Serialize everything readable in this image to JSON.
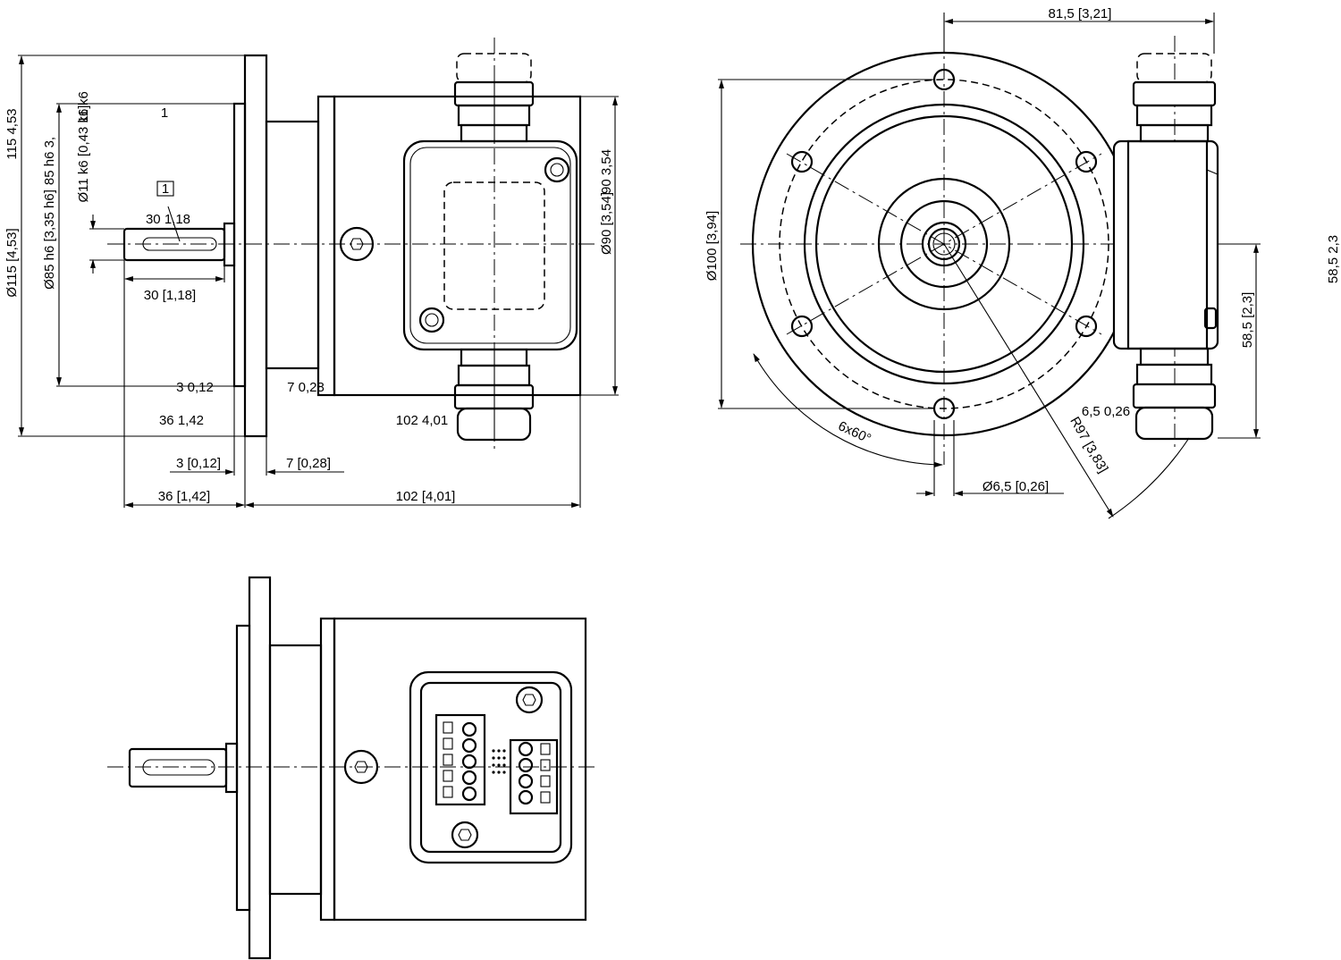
{
  "side_view": {
    "dims": {
      "d115": "Ø115 [4,53]",
      "d85": "Ø85 h6 [3,35 h6]",
      "d11": "Ø11 k6 [0,43 k6]",
      "d90": "Ø90 [3,54]",
      "l30": "30 [1,18]",
      "l3": "3 [0,12]",
      "l7": "7 [0,28]",
      "l36": "36 [1,42]",
      "l102": "102 [4,01]"
    },
    "ghost": {
      "a": "115  4,53",
      "b": "85 h6  3,",
      "c": "11 k6",
      "d": "1",
      "e": "30  1,18",
      "f": "90  3,54",
      "g": "3  0,12",
      "h": "7  0,28",
      "i": "36  1,42",
      "j": "102  4,01"
    },
    "callout": "1"
  },
  "front_view": {
    "dims": {
      "w815": "81,5 [3,21]",
      "d100": "Ø100 [3,94]",
      "h585": "58,5 [2,3]",
      "d65": "Ø6,5 [0,26]",
      "r97": "R97 [3,83]",
      "angle": "6x60°"
    },
    "ghost": {
      "a": "6,5  0,26",
      "b": "58,5  2,3"
    }
  }
}
